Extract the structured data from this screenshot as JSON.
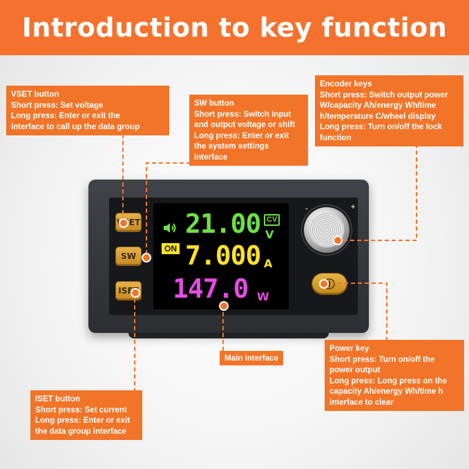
{
  "banner": {
    "title": "Introduction to key function"
  },
  "callouts": {
    "vset": {
      "title": "VSET button",
      "lines": [
        "Short press: Set voltage",
        "Long press: Enter or exit the",
        "interface to call up the data group"
      ]
    },
    "sw": {
      "title": "SW button",
      "lines": [
        "Short press: Switch input",
        "and output voltage or shift",
        "Long press: Enter or exit",
        "the system settings",
        "interface"
      ]
    },
    "encoder": {
      "title": "Encoder keys",
      "lines": [
        "Short press: Switch output power",
        "W/capacity Ah/energy Wh/time",
        "h/temperature C/wheel display",
        "Long press: Turn on/off the lock",
        "function"
      ]
    },
    "iset": {
      "title": "ISET button",
      "lines": [
        "Short press: Set current",
        "Long press: Enter or exit",
        "the data group interface"
      ]
    },
    "power": {
      "title": "Power key",
      "lines": [
        "Short press: Turn on/off the",
        "power output",
        "Long press: Long press on the",
        "capacity Ah/energy Wh/time h",
        "interface to clear"
      ]
    },
    "main": {
      "label": "Main interface"
    }
  },
  "device": {
    "keys": {
      "vset": "VSET",
      "sw": "SW",
      "iset": "ISET"
    },
    "display": {
      "voltage": "21.00",
      "voltage_unit": "V",
      "current": "7.000",
      "current_unit": "A",
      "power": "147.0",
      "power_unit": "W",
      "mode_badge": "CV",
      "output_badge": "ON"
    },
    "knob": {
      "minus": "-",
      "plus": "+"
    },
    "power_icon": "power-icon"
  },
  "colors": {
    "accent": "#f27428",
    "voltage": "#6ee043",
    "current": "#ffe227",
    "power": "#e24ce0"
  }
}
